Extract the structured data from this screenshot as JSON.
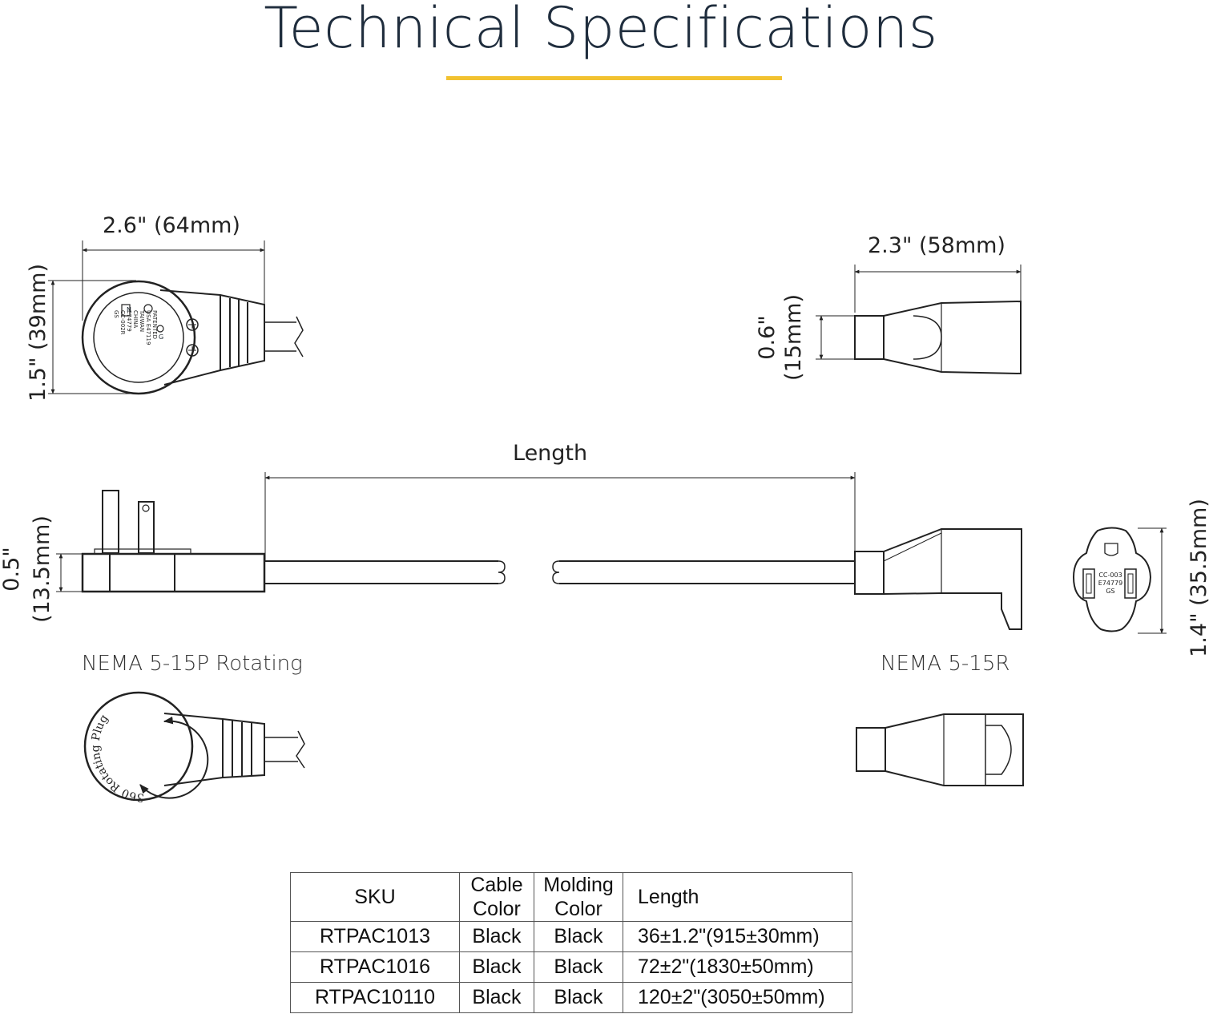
{
  "page": {
    "title": "Technical Specifications",
    "accent_color": "#f2c230"
  },
  "dimensions": {
    "plug_width": "2.6\" (64mm)",
    "plug_height": "1.5\" (39mm)",
    "receptacle_width": "2.3\" (58mm)",
    "receptacle_height_in": "0.6\"",
    "receptacle_height_mm": "(15mm)",
    "length": "Length",
    "plug_side_height_in": "0.5\"",
    "plug_side_height_mm": "(13.5mm)",
    "receptacle_face_height": "1.4\" (35.5mm)"
  },
  "captions": {
    "plug": "NEMA 5-15P Rotating",
    "receptacle": "NEMA 5-15R"
  },
  "markings": {
    "plug_text": [
      "PATENTED",
      "USA E47119",
      "TAIWAN",
      "CHINA",
      "E74779",
      "CC-002R",
      "GS"
    ],
    "plug_n": "N",
    "plug_g": "G",
    "face_text": [
      "CC-003",
      "E74779",
      "GS"
    ],
    "rotating_label": "360 Rotating Plug"
  },
  "table": {
    "headers": [
      "SKU",
      "Cable Color",
      "Molding Color",
      "Length"
    ],
    "header_lines": {
      "sku": "SKU",
      "cable_1": "Cable",
      "cable_2": "Color",
      "molding_1": "Molding",
      "molding_2": "Color",
      "length": "Length"
    },
    "rows": [
      {
        "sku": "RTPAC1013",
        "cable": "Black",
        "molding": "Black",
        "length": "36±1.2\"(915±30mm)"
      },
      {
        "sku": "RTPAC1016",
        "cable": "Black",
        "molding": "Black",
        "length": "72±2\"(1830±50mm)"
      },
      {
        "sku": "RTPAC10110",
        "cable": "Black",
        "molding": "Black",
        "length": "120±2\"(3050±50mm)"
      }
    ]
  }
}
